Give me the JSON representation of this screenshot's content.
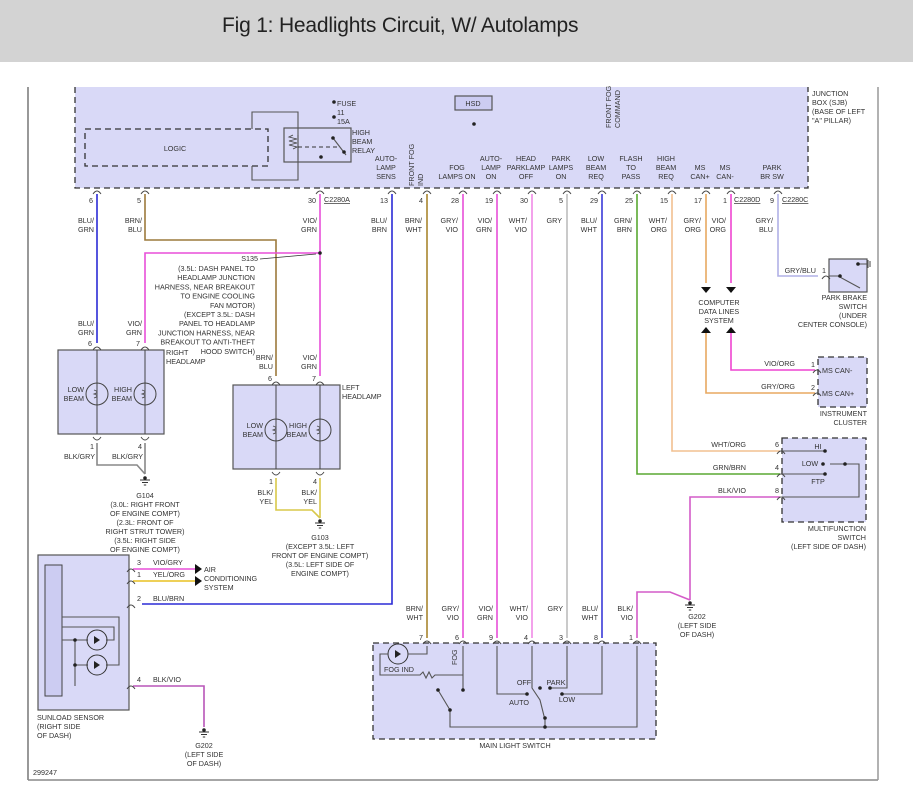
{
  "title": "Fig 1: Headlights Circuit, W/ Autolamps",
  "figure_id": "299247",
  "junction_box": {
    "label": [
      "JUNCTION",
      "BOX (SJB)",
      "(BASE OF LEFT",
      "\"A\" PILLAR)"
    ],
    "logic_label": "LOGIC",
    "hsd_label": "HSD",
    "fuse_label": [
      "FUSE",
      "11",
      "15A"
    ],
    "relay_label": [
      "HIGH",
      "BEAM",
      "RELAY"
    ],
    "front_fog_command": [
      "FRONT FOG",
      "COMMAND"
    ],
    "front_fog_ind": [
      "FRONT FOG",
      "IND"
    ],
    "connectors": [
      "C2280A",
      "C2280D",
      "C2280C"
    ],
    "pins": [
      {
        "pin": "6",
        "func": [],
        "wire": [
          "BLU/",
          "GRN"
        ],
        "color": "#2b2bd6"
      },
      {
        "pin": "5",
        "func": [],
        "wire": [
          "BRN/",
          "BLU"
        ],
        "color": "#9c7a3c"
      },
      {
        "pin": "30",
        "func": [],
        "wire": [
          "VIO/",
          "GRN"
        ],
        "color": "#e84fd8"
      },
      {
        "pin": "13",
        "func": [
          "AUTO-",
          "LAMP",
          "SENS"
        ],
        "wire": [
          "BLU/",
          "BRN"
        ],
        "color": "#2b2bd6"
      },
      {
        "pin": "4",
        "func": [],
        "wire": [
          "BRN/",
          "WHT"
        ],
        "color": "#a8862e"
      },
      {
        "pin": "28",
        "func": [
          "FOG",
          "LAMPS ON"
        ],
        "wire": [
          "GRY/",
          "VIO"
        ],
        "color": "#e84fd8"
      },
      {
        "pin": "19",
        "func": [
          "AUTO-",
          "LAMP",
          "ON"
        ],
        "wire": [
          "VIO/",
          "GRN"
        ],
        "color": "#e84fd8"
      },
      {
        "pin": "30",
        "func": [
          "HEAD",
          "PARKLAMP",
          "OFF"
        ],
        "wire": [
          "WHT/",
          "VIO"
        ],
        "color": "#f08ae6"
      },
      {
        "pin": "5",
        "func": [
          "PARK",
          "LAMPS",
          "ON"
        ],
        "wire": [
          "GRY"
        ],
        "color": "#bdbdbd"
      },
      {
        "pin": "29",
        "func": [
          "LOW",
          "BEAM",
          "REQ"
        ],
        "wire": [
          "BLU/",
          "WHT"
        ],
        "color": "#3a3ad8"
      },
      {
        "pin": "25",
        "func": [
          "FLASH",
          "TO",
          "PASS"
        ],
        "wire": [
          "GRN/",
          "BRN"
        ],
        "color": "#5aa832"
      },
      {
        "pin": "15",
        "func": [
          "HIGH",
          "BEAM",
          "REQ"
        ],
        "wire": [
          "WHT/",
          "ORG"
        ],
        "color": "#f2c090"
      },
      {
        "pin": "17",
        "func": [
          "MS",
          "CAN+"
        ],
        "wire": [
          "GRY/",
          "ORG"
        ],
        "color": "#e8a860"
      },
      {
        "pin": "1",
        "func": [
          "MS",
          "CAN-"
        ],
        "wire": [
          "VIO/",
          "ORG"
        ],
        "color": "#ee44d0"
      },
      {
        "pin": "9",
        "func": [
          "PARK",
          "BR SW"
        ],
        "wire": [
          "GRY/",
          "BLU"
        ],
        "color": "#b0b0e6"
      }
    ]
  },
  "splice": {
    "id": "S135",
    "notes": [
      "(3.5L: DASH PANEL TO",
      "HEADLAMP JUNCTION",
      "HARNESS, NEAR BREAKOUT",
      "TO ENGINE COOLING",
      "FAN MOTOR)",
      "(EXCEPT 3.5L: DASH",
      "PANEL TO HEADLAMP",
      "JUNCTION HARNESS, NEAR",
      "BREAKOUT TO ANTI-THEFT",
      "HOOD SWITCH)"
    ]
  },
  "right_headlamp": {
    "label": [
      "RIGHT",
      "HEADLAMP"
    ],
    "pins_top": [
      {
        "pin": "6",
        "wire": [
          "BLU/",
          "GRN"
        ]
      },
      {
        "pin": "7",
        "wire": [
          "VIO/",
          "GRN"
        ]
      }
    ],
    "pins_bottom": [
      {
        "pin": "1",
        "wire": "BLK/GRY"
      },
      {
        "pin": "4",
        "wire": "BLK/GRY"
      }
    ],
    "bulbs": [
      [
        "LOW",
        "BEAM"
      ],
      [
        "HIGH",
        "BEAM"
      ]
    ]
  },
  "left_headlamp": {
    "label": [
      "LEFT",
      "HEADLAMP"
    ],
    "pins_top": [
      {
        "pin": "6",
        "wire": [
          "BRN/",
          "BLU"
        ]
      },
      {
        "pin": "7",
        "wire": [
          "VIO/",
          "GRN"
        ]
      }
    ],
    "pins_bottom": [
      {
        "pin": "1",
        "wire": [
          "BLK/",
          "YEL"
        ]
      },
      {
        "pin": "4",
        "wire": [
          "BLK/",
          "YEL"
        ]
      }
    ],
    "bulbs": [
      [
        "LOW",
        "BEAM"
      ],
      [
        "HIGH",
        "BEAM"
      ]
    ]
  },
  "grounds": {
    "g104": [
      "G104",
      "(3.0L: RIGHT FRONT",
      "OF ENGINE COMPT)",
      "(2.3L: FRONT OF",
      "RIGHT STRUT TOWER)",
      "(3.5L: RIGHT SIDE",
      "OF ENGINE COMPT)"
    ],
    "g103": [
      "G103",
      "(EXCEPT 3.5L: LEFT",
      "FRONT OF ENGINE COMPT)",
      "(3.5L: LEFT SIDE OF",
      "ENGINE COMPT)"
    ],
    "g202_right": [
      "G202",
      "(LEFT SIDE",
      "OF DASH)"
    ],
    "g202_bottom": [
      "G202",
      "(LEFT SIDE",
      "OF DASH)"
    ]
  },
  "park_brake_switch": {
    "label": [
      "PARK BRAKE",
      "SWITCH",
      "(UNDER",
      "CENTER CONSOLE)"
    ],
    "pin": "1",
    "wire": "GRY/BLU"
  },
  "computer_data_lines": {
    "label": [
      "COMPUTER",
      "DATA LINES",
      "SYSTEM"
    ]
  },
  "instrument_cluster": {
    "label": [
      "INSTRUMENT",
      "CLUSTER"
    ],
    "pins": [
      {
        "pin": "1",
        "wire": "VIO/ORG",
        "func": "MS CAN-"
      },
      {
        "pin": "2",
        "wire": "GRY/ORG",
        "func": "MS CAN+"
      }
    ]
  },
  "multifunction_switch": {
    "label": [
      "MULTIFUNCTION",
      "SWITCH",
      "(LEFT SIDE OF DASH)"
    ],
    "positions": [
      "HI",
      "LOW",
      "FTP"
    ],
    "pins": [
      {
        "pin": "6",
        "wire": "WHT/ORG"
      },
      {
        "pin": "4",
        "wire": "GRN/BRN"
      },
      {
        "pin": "8",
        "wire": "BLK/VIO"
      }
    ]
  },
  "sunload_sensor": {
    "label": [
      "SUNLOAD SENSOR",
      "(RIGHT SIDE",
      "OF DASH)"
    ],
    "pins": [
      {
        "pin": "3",
        "wire": "VIO/GRY"
      },
      {
        "pin": "1",
        "wire": "YEL/ORG"
      },
      {
        "pin": "2",
        "wire": "BLU/BRN"
      },
      {
        "pin": "4",
        "wire": "BLK/VIO"
      }
    ],
    "ac_system": [
      "AIR",
      "CONDITIONING",
      "SYSTEM"
    ]
  },
  "main_light_switch": {
    "label": "MAIN LIGHT SWITCH",
    "fog_ind": "FOG IND",
    "fog": "FOG",
    "positions": [
      "OFF",
      "PARK",
      "AUTO",
      "LOW"
    ],
    "pins": [
      {
        "pin": "7",
        "wire": [
          "BRN/",
          "WHT"
        ]
      },
      {
        "pin": "6",
        "wire": [
          "GRY/",
          "VIO"
        ]
      },
      {
        "pin": "9",
        "wire": [
          "VIO/",
          "GRN"
        ]
      },
      {
        "pin": "4",
        "wire": [
          "WHT/",
          "VIO"
        ]
      },
      {
        "pin": "3",
        "wire": [
          "GRY"
        ]
      },
      {
        "pin": "8",
        "wire": [
          "BLU/",
          "WHT"
        ]
      },
      {
        "pin": "1",
        "wire": [
          "BLK/",
          "VIO"
        ]
      }
    ]
  }
}
